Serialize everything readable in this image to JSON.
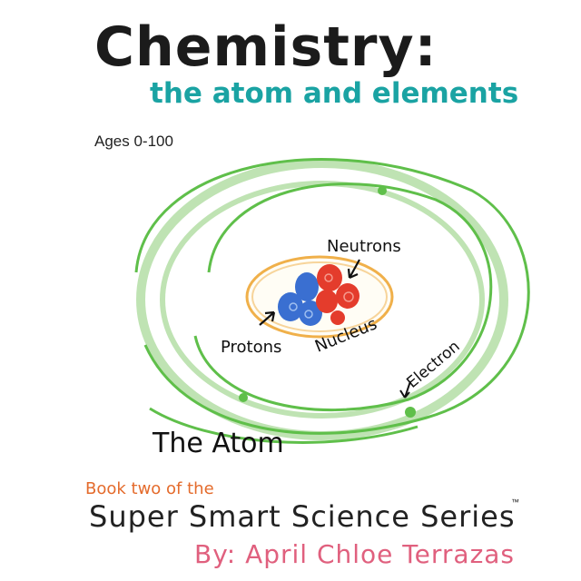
{
  "cover": {
    "title": "Chemistry:",
    "subtitle": "the atom and elements",
    "ages": "Ages 0-100",
    "series_intro": "Book two of the",
    "series_name": "Super Smart Science Series",
    "trademark": "™",
    "author": "By: April Chloe Terrazas"
  },
  "diagram": {
    "labels": {
      "neutrons": "Neutrons",
      "protons": "Protons",
      "nucleus": "Nucleus",
      "electron": "Electron",
      "atom": "The Atom"
    },
    "colors": {
      "orbit": "#5fbf4a",
      "orbit_light": "#bfe3b3",
      "nucleus": "#f0b04a",
      "proton": "#3a6fd1",
      "neutron": "#e43c2c"
    }
  }
}
